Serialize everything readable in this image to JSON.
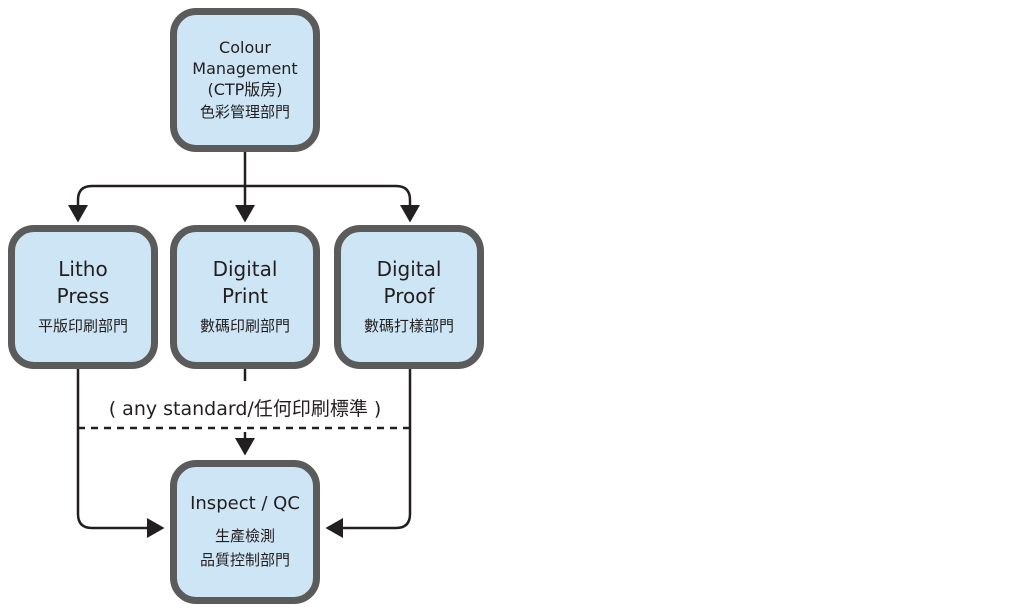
{
  "nodes": {
    "colour_management": {
      "line1": "Colour",
      "line2": "Management",
      "line3": "(CTP版房)",
      "zh": "色彩管理部門"
    },
    "litho_press": {
      "line1": "Litho",
      "line2": "Press",
      "zh": "平版印刷部門"
    },
    "digital_print": {
      "line1": "Digital",
      "line2": "Print",
      "zh": "數碼印刷部門"
    },
    "digital_proof": {
      "line1": "Digital",
      "line2": "Proof",
      "zh": "數碼打樣部門"
    },
    "inspect_qc": {
      "line1": "Inspect / QC",
      "zh1": "生產檢測",
      "zh2": "品質控制部門"
    }
  },
  "note": "( any standard/任何印刷標準 )",
  "colors": {
    "fill": "#cde5f4",
    "border": "#5b5b5b",
    "line": "#231f20"
  }
}
